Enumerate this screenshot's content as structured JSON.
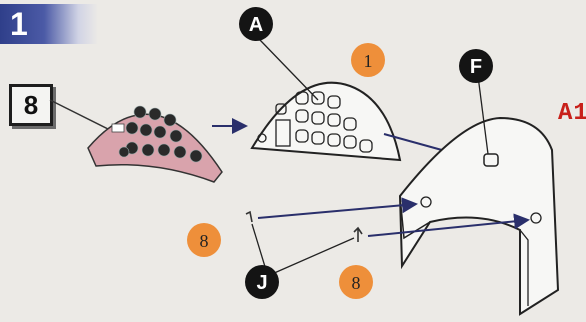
{
  "step": {
    "number": "1"
  },
  "paint_ref_box": "8",
  "callouts": {
    "part_a": "A",
    "part_f": "F",
    "part_j": "J",
    "paint_top": "1",
    "paint_left": "8",
    "paint_bottom": "8"
  },
  "side_ref": "A1",
  "colors": {
    "step_badge": "#2f3f8a",
    "callout_black": "#141414",
    "paint_orange": "#ee8f3a",
    "decal_pink": "#d9a3ac",
    "side_ref_red": "#c8201a"
  }
}
